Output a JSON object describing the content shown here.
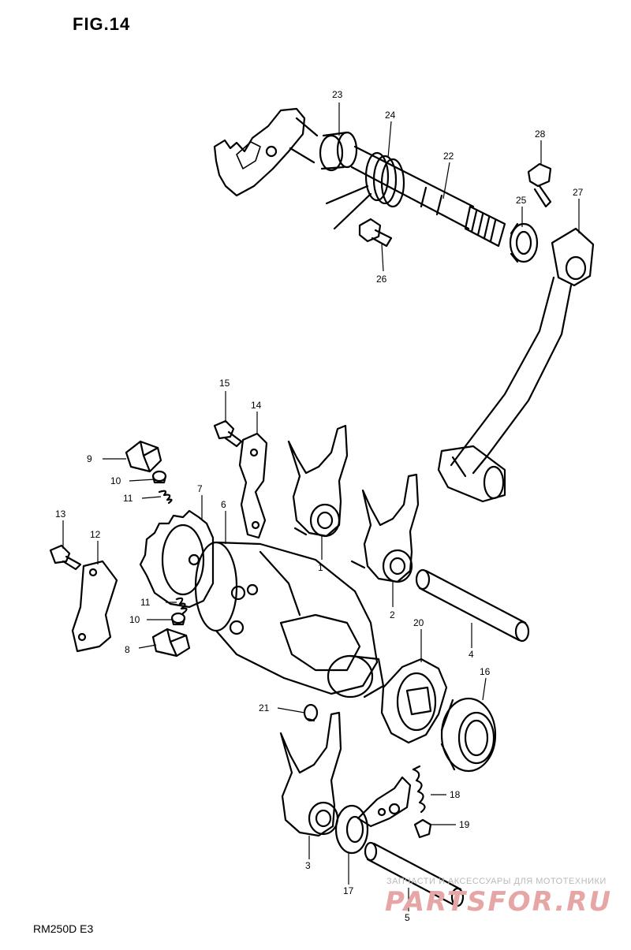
{
  "figure": {
    "title": "FIG.14",
    "model": "RM250D E3"
  },
  "watermark": {
    "text": "ЗАПЧАСТИ И АКСЕССУАРЫ ДЛЯ МОТОТЕХНИКИ",
    "logo": "PARTSFOR.RU",
    "color": "#e7a6a6"
  },
  "callouts": {
    "c1": "1",
    "c2": "2",
    "c3": "3",
    "c4": "4",
    "c5": "5",
    "c6": "6",
    "c7": "7",
    "c8": "8",
    "c9": "9",
    "c10a": "10",
    "c10b": "10",
    "c11a": "11",
    "c11b": "11",
    "c12": "12",
    "c13": "13",
    "c14": "14",
    "c15": "15",
    "c16": "16",
    "c17": "17",
    "c18": "18",
    "c19": "19",
    "c20": "20",
    "c21": "21",
    "c22": "22",
    "c23": "23",
    "c24": "24",
    "c25": "25",
    "c26": "26",
    "c27": "27",
    "c28": "28"
  }
}
